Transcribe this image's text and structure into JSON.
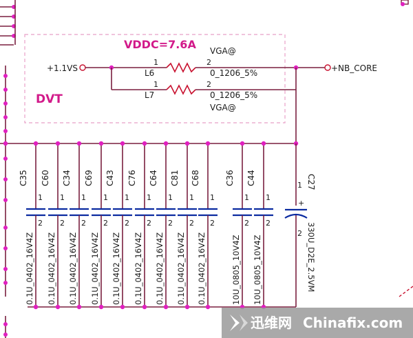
{
  "rail": {
    "current_label": "VDDC=7.6A",
    "input_net": "+1.1VS",
    "output_net": "+NB_CORE",
    "stage_tag": "DVT"
  },
  "inductors": [
    {
      "ref": "L6",
      "option": "VGA@",
      "value": "0_1206_5%",
      "pin1": "1",
      "pin2": "2"
    },
    {
      "ref": "L7",
      "option": "VGA@",
      "value": "0_1206_5%",
      "pin1": "1",
      "pin2": "2"
    }
  ],
  "capacitors": [
    {
      "ref": "C35",
      "value": "0.1U_0402_16V4Z",
      "pin1": "1",
      "pin2": "2"
    },
    {
      "ref": "C60",
      "value": "0.1U_0402_16V4Z",
      "pin1": "1",
      "pin2": "2"
    },
    {
      "ref": "C34",
      "value": "0.1U_0402_16V4Z",
      "pin1": "1",
      "pin2": "2"
    },
    {
      "ref": "C69",
      "value": "0.1U_0402_16V4Z",
      "pin1": "1",
      "pin2": "2"
    },
    {
      "ref": "C43",
      "value": "0.1U_0402_16V4Z",
      "pin1": "1",
      "pin2": "2"
    },
    {
      "ref": "C76",
      "value": "0.1U_0402_16V4Z",
      "pin1": "1",
      "pin2": "2"
    },
    {
      "ref": "C64",
      "value": "0.1U_0402_16V4Z",
      "pin1": "1",
      "pin2": "2"
    },
    {
      "ref": "C81",
      "value": "0.1U_0402_16V4Z",
      "pin1": "1",
      "pin2": "2"
    },
    {
      "ref": "C68",
      "value": "0.1U_0402_16V4Z",
      "pin1": "1",
      "pin2": "2"
    },
    {
      "ref": "C36",
      "value": "10U_0805_10V4Z",
      "pin1": "1",
      "pin2": "2"
    },
    {
      "ref": "C44",
      "value": "10U_0805_10V4Z",
      "pin1": "1",
      "pin2": "2"
    }
  ],
  "bulk_cap": {
    "ref": "C27",
    "value": "330U_D2E_2.5VM",
    "pin1": "1",
    "pin2": "2",
    "polarity": "+"
  },
  "watermark": {
    "brand_cn": "迅维网",
    "brand_en": "Chinafix.com"
  },
  "colors": {
    "wire": "#7a1f3f",
    "junction": "#e020c0",
    "capacitor_plate": "#0a2aa0",
    "inductor_coil": "#c8102e",
    "annotation": "#d21a8a",
    "watermark_bg": "#9a9a9a"
  }
}
